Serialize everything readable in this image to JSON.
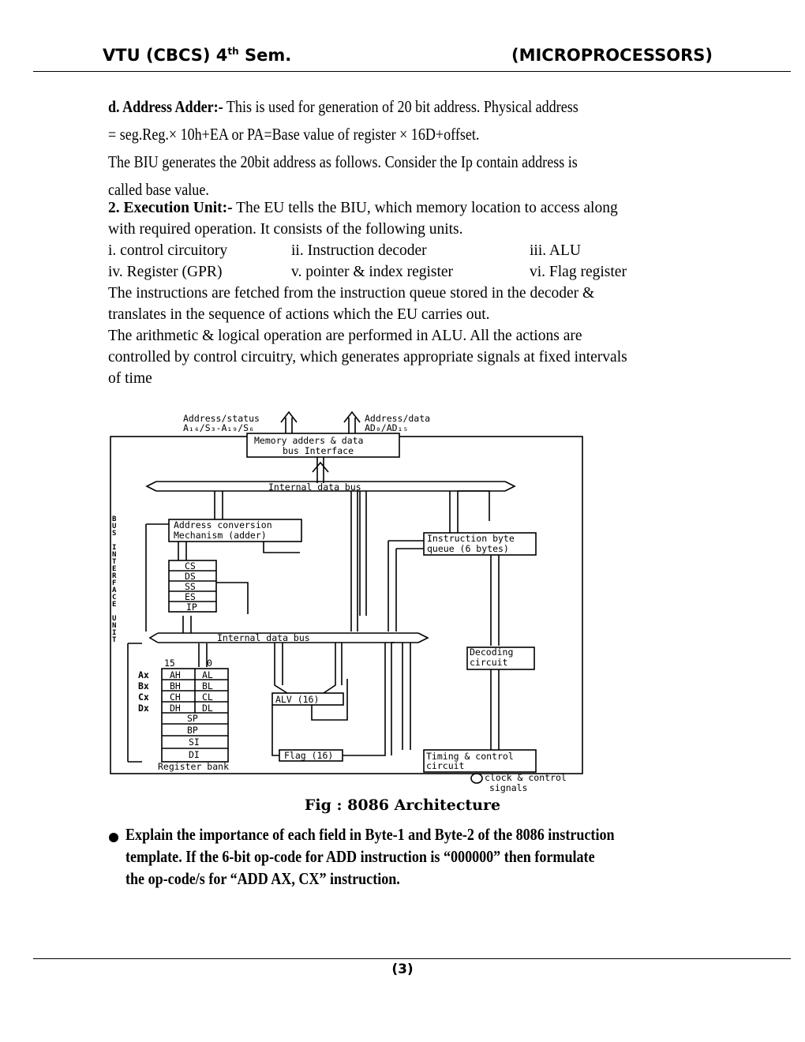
{
  "header": {
    "left_prefix": "VTU (CBCS) 4",
    "left_sup": "th",
    "left_suffix": " Sem.",
    "right": "(MICROPROCESSORS)"
  },
  "body": {
    "address_adder": {
      "heading": "d. Address Adder:-",
      "line1_rest": " This is used for generation of 20 bit address. Physical address",
      "line2": "= seg.Reg.× 10h+EA or PA=Base value of register × 16D+offset.",
      "line3": "The BIU generates the 20bit address as follows. Consider the Ip contain address is",
      "line4": "called base value."
    },
    "execution_unit": {
      "heading": "2. Execution Unit:-",
      "line1_rest": " The EU tells the BIU, which memory location to access along",
      "line2": "with required operation. It consists of the following units."
    },
    "units": [
      [
        "i. control circuitory",
        "ii. Instruction decoder",
        "iii. ALU"
      ],
      [
        "iv. Register (GPR)",
        "v. pointer & index register",
        "vi. Flag register"
      ]
    ],
    "paragraph1": [
      "The instructions are fetched from the instruction queue stored in the decoder &",
      "translates in the sequence of actions which the EU carries out."
    ],
    "paragraph2": [
      "The arithmetic & logical operation are performed in ALU. All the actions are",
      "controlled by control circuitry, which generates appropriate signals at fixed intervals",
      "of time"
    ]
  },
  "diagram": {
    "address_status_label": "Address/status",
    "address_status_sub": "A₁₆/S₃-A₁₉/S₆",
    "address_data_label": "Address/data",
    "address_data_sub": "AD₀/AD₁₅",
    "memory_interface": [
      "Memory adders & data",
      "bus Interface"
    ],
    "internal_data_bus_top": "Internal data bus",
    "internal_data_bus_mid": "Internal data bus",
    "address_conversion": [
      "Address conversion",
      "Mechanism (adder)"
    ],
    "instruction_queue": [
      "Instruction byte",
      "queue (6 bytes)"
    ],
    "segment_registers": [
      "CS",
      "DS",
      "SS",
      "ES",
      "IP"
    ],
    "biu_side_label": [
      "B",
      "U",
      "S",
      "",
      "I",
      "N",
      "T",
      "E",
      "R",
      "F",
      "A",
      "C",
      "E",
      "",
      "U",
      "N",
      "I",
      "T"
    ],
    "bit_15": "15",
    "bit_0": "0",
    "gp_names": [
      "Ax",
      "Bx",
      "Cx",
      "Dx"
    ],
    "gp_high": [
      "AH",
      "BH",
      "CH",
      "DH"
    ],
    "gp_low": [
      "AL",
      "BL",
      "CL",
      "DL"
    ],
    "pointer_regs": [
      "SP",
      "BP",
      "SI",
      "DI"
    ],
    "register_bank": "Register bank",
    "alu": "ALV (16)",
    "flag": "Flag (16)",
    "decoding": [
      "Decoding",
      "circuit"
    ],
    "timing": [
      "Timing & control",
      "circuit"
    ],
    "clock_signals": [
      "clock & control",
      "signals"
    ]
  },
  "figure_caption": "Fig : 8086 Architecture",
  "question": [
    "Explain the importance of each field in Byte-1 and Byte-2 of the 8086 instruction",
    "template. If the 6-bit op-code for ADD instruction is “000000” then formulate",
    "the op-code/s for “ADD AX, CX” instruction."
  ],
  "page_number": "(3)"
}
